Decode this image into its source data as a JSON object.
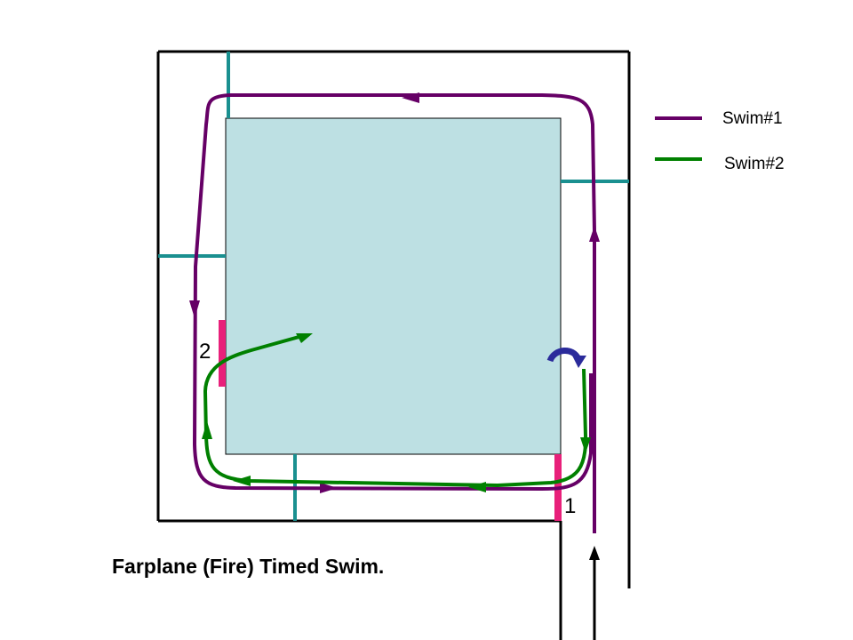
{
  "caption": "Farplane (Fire) Timed Swim.",
  "legend": [
    {
      "label": "Swim#1",
      "color": "#660066"
    },
    {
      "label": "Swim#2",
      "color": "#008000"
    }
  ],
  "markers": [
    "1",
    "2"
  ],
  "colors": {
    "pool": "#bde0e3",
    "walls": "#000000",
    "dividers": "#1a9090",
    "gates": "#e8207a",
    "swim1": "#660066",
    "swim2": "#008000",
    "turn_arrow": "#2b2b9b",
    "entry_arrow": "#000000"
  }
}
